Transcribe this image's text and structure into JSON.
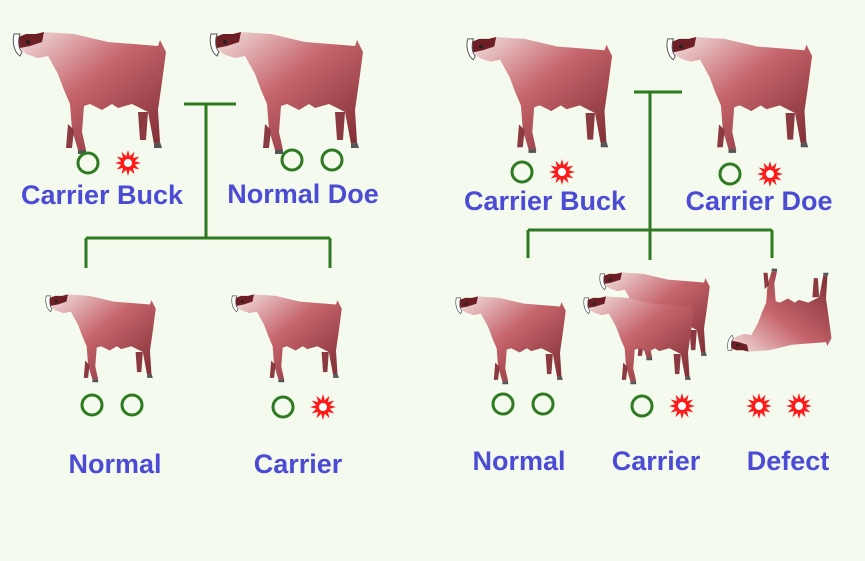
{
  "colors": {
    "background": "#f5faef",
    "label": "#4b4bd3",
    "line": "#2d7a21",
    "normal_allele": "#2d7a21",
    "defect_allele": "#ff1a1a",
    "goat_body": "#b8545b",
    "goat_dark": "#7a2a30",
    "defect_patch": "#a9cfee"
  },
  "icons": {
    "normal_allele": "green-circle-icon",
    "defect_allele": "red-star-icon",
    "goat": "goat-icon"
  },
  "left_cross": {
    "parents": [
      {
        "label": "Carrier Buck",
        "alleles": [
          "normal",
          "defect"
        ],
        "patch": true
      },
      {
        "label": "Normal Doe",
        "alleles": [
          "normal",
          "normal"
        ],
        "patch": false
      }
    ],
    "offspring": [
      {
        "label": "Normal",
        "alleles": [
          "normal",
          "normal"
        ],
        "patch": false
      },
      {
        "label": "Carrier",
        "alleles": [
          "normal",
          "defect"
        ],
        "patch": true
      }
    ]
  },
  "right_cross": {
    "parents": [
      {
        "label": "Carrier Buck",
        "alleles": [
          "normal",
          "defect"
        ],
        "patch": true
      },
      {
        "label": "Carrier Doe",
        "alleles": [
          "normal",
          "defect"
        ],
        "patch": true
      }
    ],
    "offspring": [
      {
        "label": "Normal",
        "alleles": [
          "normal",
          "normal"
        ],
        "patch": false
      },
      {
        "label": "Carrier",
        "alleles": [
          "normal",
          "defect"
        ],
        "patch": true
      },
      {
        "label": "Defect",
        "alleles": [
          "defect",
          "defect"
        ],
        "patch": true
      }
    ]
  }
}
